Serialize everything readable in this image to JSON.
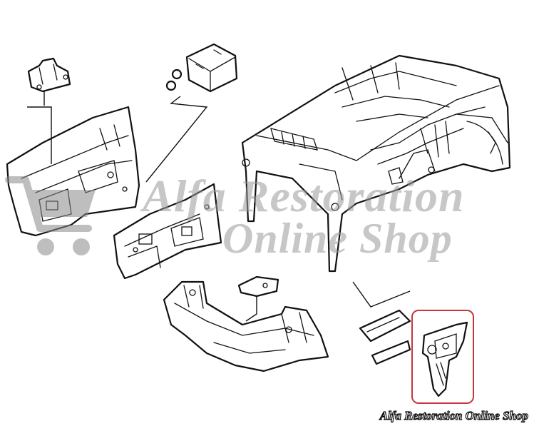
{
  "watermark": {
    "line1": "Alfa Restoration",
    "line2": "Online Shop",
    "icon": "shopping-cart-icon"
  },
  "footer": {
    "caption": "Alfa Restoration Online Shop"
  },
  "highlight": {
    "color": "#c7363e"
  }
}
